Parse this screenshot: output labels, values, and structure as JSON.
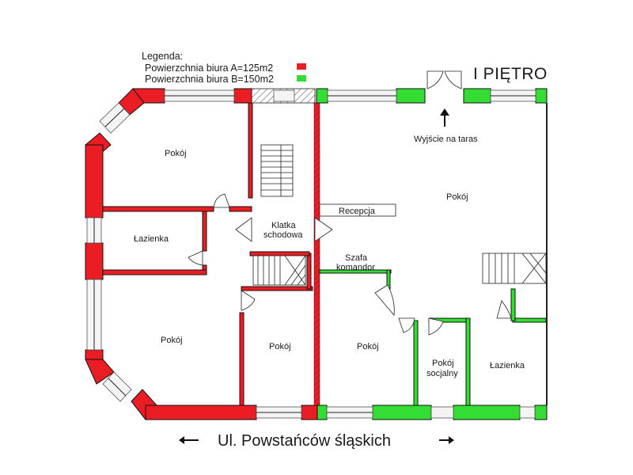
{
  "legend": {
    "title": "Legenda:",
    "items": [
      {
        "label": "Powierzchnia biura A=125m2",
        "color": "#ea1c24"
      },
      {
        "label": "Powierzchnia biura B=150m2",
        "color": "#33dd33"
      }
    ]
  },
  "floor_title": "I PIĘTRO",
  "exit_label": "Wyjście na taras",
  "street": "Ul. Powstańców śląskich",
  "rooms": {
    "pokoj_top_left": "Pokój",
    "lazienka_left": "Łazienka",
    "pokoj_bottom_left": "Pokój",
    "pokoj_middle_bottom": "Pokój",
    "klatka_line1": "Klatka",
    "klatka_line2": "schodowa",
    "recepcja": "Recepcja",
    "szafa_line1": "Szafa",
    "szafa_line2": "komandor",
    "pokoj_big_right": "Pokój",
    "pokoj_right_bottom": "Pokój",
    "pokoj_socjalny_line1": "Pokój",
    "pokoj_socjalny_line2": "socjalny",
    "lazienka_right": "Łazienka"
  },
  "colors": {
    "office_a": "#ea1c24",
    "office_b": "#33dd33",
    "window_fill": "#f4f4f4"
  }
}
